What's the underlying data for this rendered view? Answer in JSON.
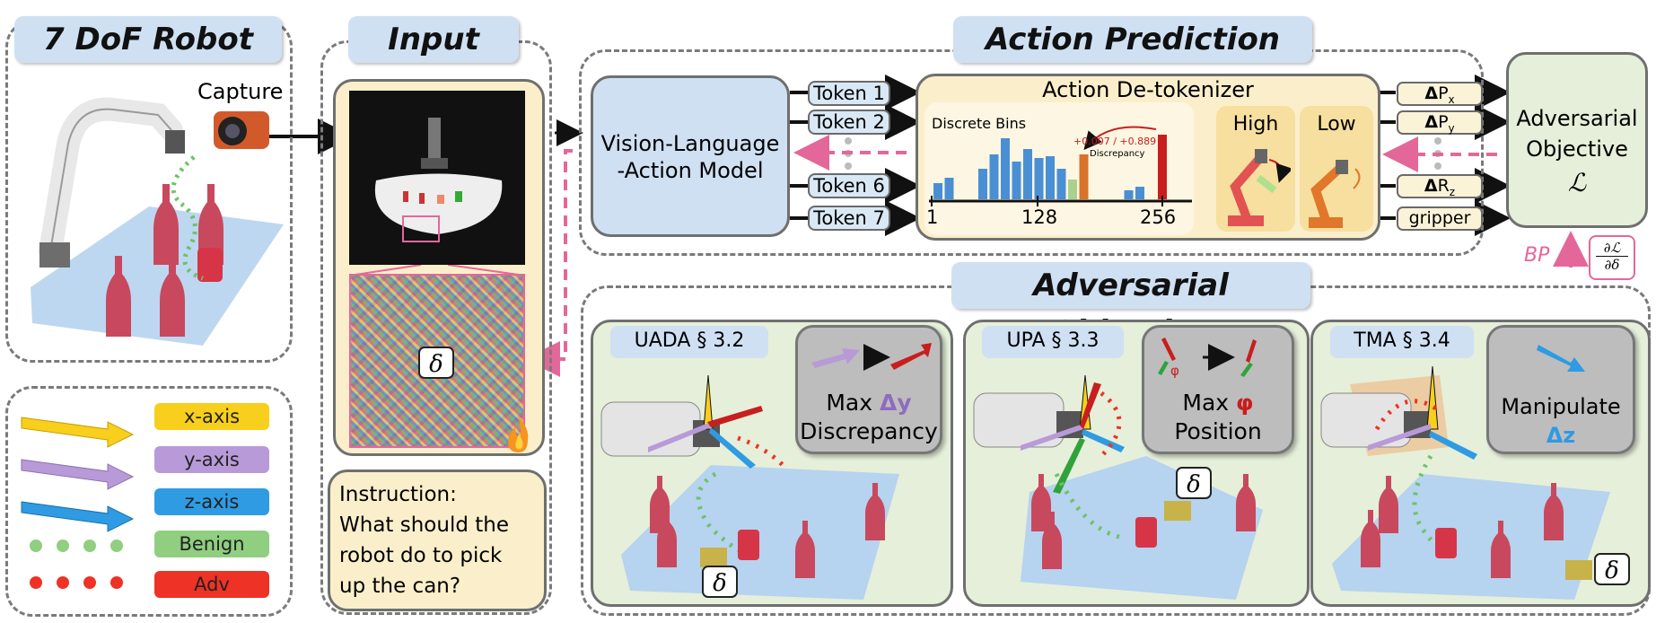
{
  "robot": {
    "title": "7 DoF Robot",
    "capture": "Capture"
  },
  "legend": [
    {
      "label": "x-axis",
      "color": "#f7cf1c"
    },
    {
      "label": "y-axis",
      "color": "#b99ad8"
    },
    {
      "label": "z-axis",
      "color": "#2e9be3"
    },
    {
      "label": "Benign",
      "color": "#8fcf7f"
    },
    {
      "label": "Adv",
      "color": "#ee3226"
    }
  ],
  "input": {
    "title": "Input",
    "delta": "δ",
    "instruction": [
      "Instruction:",
      "What should the",
      "robot do to pick",
      "up the can?"
    ]
  },
  "action": {
    "title": "Action Prediction",
    "vla": [
      "Vision-Language",
      "-Action Model"
    ],
    "tokens": [
      "Token 1",
      "Token 2",
      "Token 6",
      "Token 7"
    ],
    "detok_title": "Action De-tokenizer",
    "bins_label": "Discrete Bins",
    "bin_ticks": [
      "1",
      "128",
      "256"
    ],
    "discrepancy_values": [
      "+0.007 / ",
      "+0.889"
    ],
    "discrepancy_label": "Discrepancy",
    "high": "High",
    "low": "Low",
    "outputs": [
      {
        "sym": "Δ",
        "main": "P",
        "sub": "x"
      },
      {
        "sym": "Δ",
        "main": "P",
        "sub": "y"
      },
      {
        "sym": "Δ",
        "main": "R",
        "sub": "z"
      },
      {
        "sym": "",
        "main": "gripper",
        "sub": ""
      }
    ],
    "objective": [
      "Adversarial",
      "Objective",
      "ℒ"
    ],
    "bp": "BP",
    "grad_num": "∂ℒ",
    "grad_den": "∂δ"
  },
  "adv": {
    "title": "Adversarial Objective",
    "panels": [
      {
        "label": "UADA § 3.2",
        "card_line1": "Max ",
        "card_sym": "Δy",
        "card_line2": "Discrepancy",
        "delta": "δ"
      },
      {
        "label": "UPA § 3.3",
        "card_line1": "Max",
        "card_sym": "",
        "card_line2": "Position",
        "delta": "δ",
        "phi": "φ"
      },
      {
        "label": "TMA § 3.4",
        "card_line1": "Manipulate",
        "card_sym": "Δz",
        "card_line2": "",
        "delta": "δ"
      }
    ]
  },
  "colors": {
    "tab": "#cfe0f3",
    "input_bg": "#fbefcb",
    "panel_bg": "#e5efd9",
    "vla_bg": "#cfe0f3",
    "detok_bg": "#fbeecb",
    "bar_blue": "#4a8fd4",
    "bar_green": "#a9d18e",
    "bar_orange": "#d9722a",
    "bar_red": "#c81e1e",
    "pink": "#e4679a"
  }
}
